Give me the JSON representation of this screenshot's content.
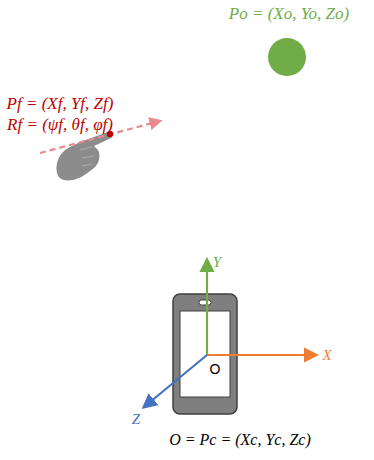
{
  "diagram": {
    "labels": [
      "Po = (Xo, Yo, Zo)",
      "Pf = (Xf, Yf, Zf)",
      "Rf = (ψf, θf, φf)",
      "Y",
      "X",
      "Z",
      "O",
      "O = Pc = (Xc, Yc, Zc)"
    ]
  }
}
